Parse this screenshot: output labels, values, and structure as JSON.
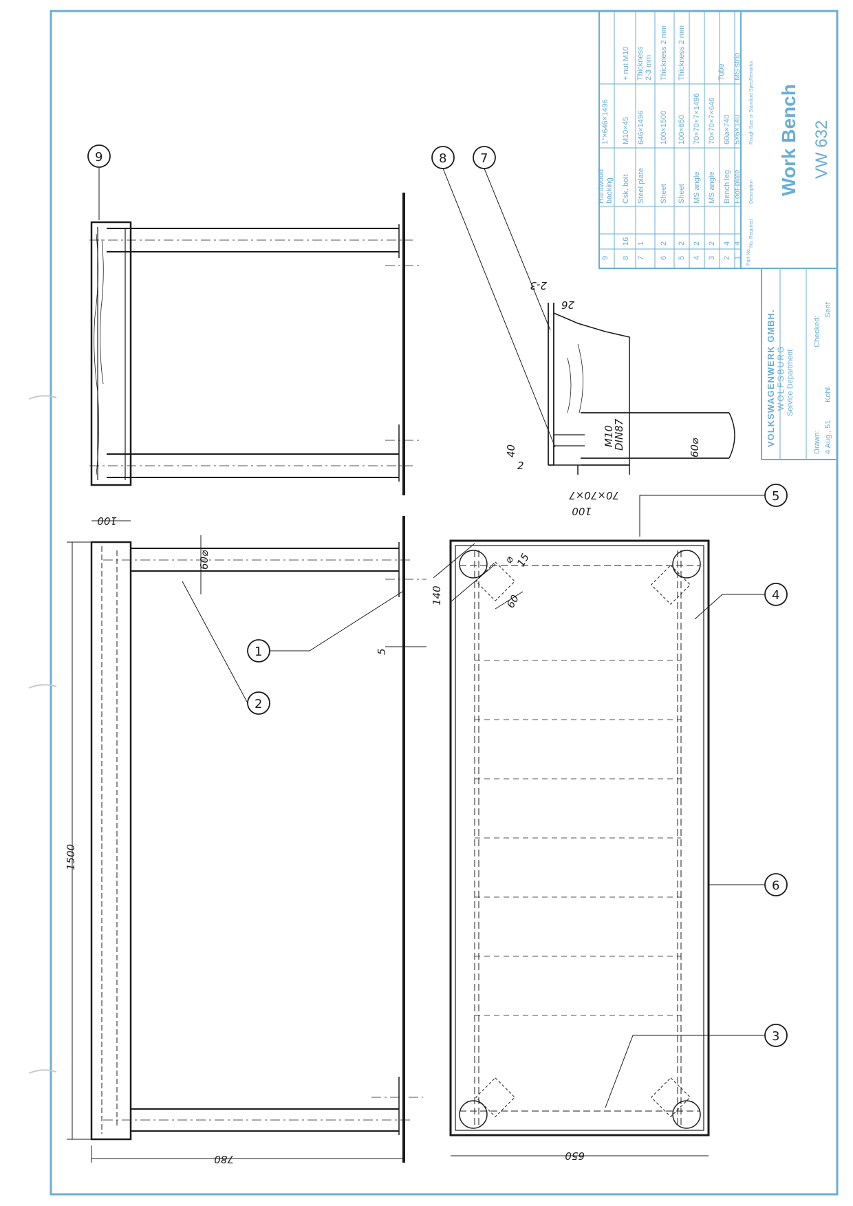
{
  "colors": {
    "frame": "#6aaed6",
    "ink": "#1b1b1b",
    "paper": "#ffffff"
  },
  "company": {
    "name": "VOLKSWAGENWERK GMBH.",
    "city": "WOLFSBURG",
    "dept": "Service Department",
    "drawn_label": "Drawn:",
    "drawn_date": "4 Aug., 51",
    "drawn_by": "Kohl",
    "checked_label": "Checked:",
    "checked_by": "Senf"
  },
  "title": {
    "name": "Work Bench",
    "number": "VW 632"
  },
  "parts_header": {
    "part_no": "Part No.",
    "no_required": "No. Required",
    "description": "Description",
    "rough_size": "Rough Size or Standard Spec.",
    "remarks": "Remarks"
  },
  "parts": [
    {
      "part": "9",
      "qty": "",
      "desc": "Hardwood",
      "desc2": "backing",
      "size": "1\"×646×1496",
      "remarks": "",
      "remarks2": ""
    },
    {
      "part": "8",
      "qty": "16",
      "desc": "Csk. bolt",
      "desc2": "",
      "size": "M10×45",
      "remarks": "+ nut M10",
      "remarks2": ""
    },
    {
      "part": "7",
      "qty": "1",
      "desc": "Steel plate",
      "desc2": "",
      "size": "646×1496",
      "remarks": "Thickness",
      "remarks2": "2-3 mm"
    },
    {
      "part": "6",
      "qty": "2",
      "desc": "Sheet",
      "desc2": "",
      "size": "100×1500",
      "remarks": "Thickness 2 mm",
      "remarks2": ""
    },
    {
      "part": "5",
      "qty": "2",
      "desc": "Sheet",
      "desc2": "",
      "size": "100×650",
      "remarks": "Thickness 2 mm",
      "remarks2": ""
    },
    {
      "part": "4",
      "qty": "2",
      "desc": "MS angle",
      "desc2": "",
      "size": "70×70×7×1496",
      "remarks": "",
      "remarks2": ""
    },
    {
      "part": "3",
      "qty": "2",
      "desc": "MS angle",
      "desc2": "",
      "size": "70×70×7×646",
      "remarks": "",
      "remarks2": ""
    },
    {
      "part": "2",
      "qty": "4",
      "desc": "Bench leg",
      "desc2": "",
      "size": "60⌀×740",
      "remarks": "Tube",
      "remarks2": ""
    },
    {
      "part": "1",
      "qty": "4",
      "desc": "Foot-plate",
      "desc2": "",
      "size": "5×6×140",
      "remarks": "MS strip",
      "remarks2": ""
    }
  ],
  "dimensions": {
    "length": "1500",
    "height": "780",
    "top_thickness": "100",
    "leg_dia": "60⌀",
    "foot_thk": "5",
    "width": "650",
    "foot_len": "140",
    "plate_off": "60",
    "leg_dia2": "⌀",
    "leg_dia2b": "15",
    "detail_gap": "2-3",
    "detail_26": "26",
    "detail_40": "40",
    "detail_2": "2",
    "detail_angle": "70×70×7",
    "detail_100": "100",
    "detail_bolt": "M10",
    "detail_din": "DIN87",
    "detail_tube": "60⌀"
  },
  "balloons": [
    "1",
    "2",
    "3",
    "4",
    "5",
    "6",
    "7",
    "8",
    "9"
  ]
}
